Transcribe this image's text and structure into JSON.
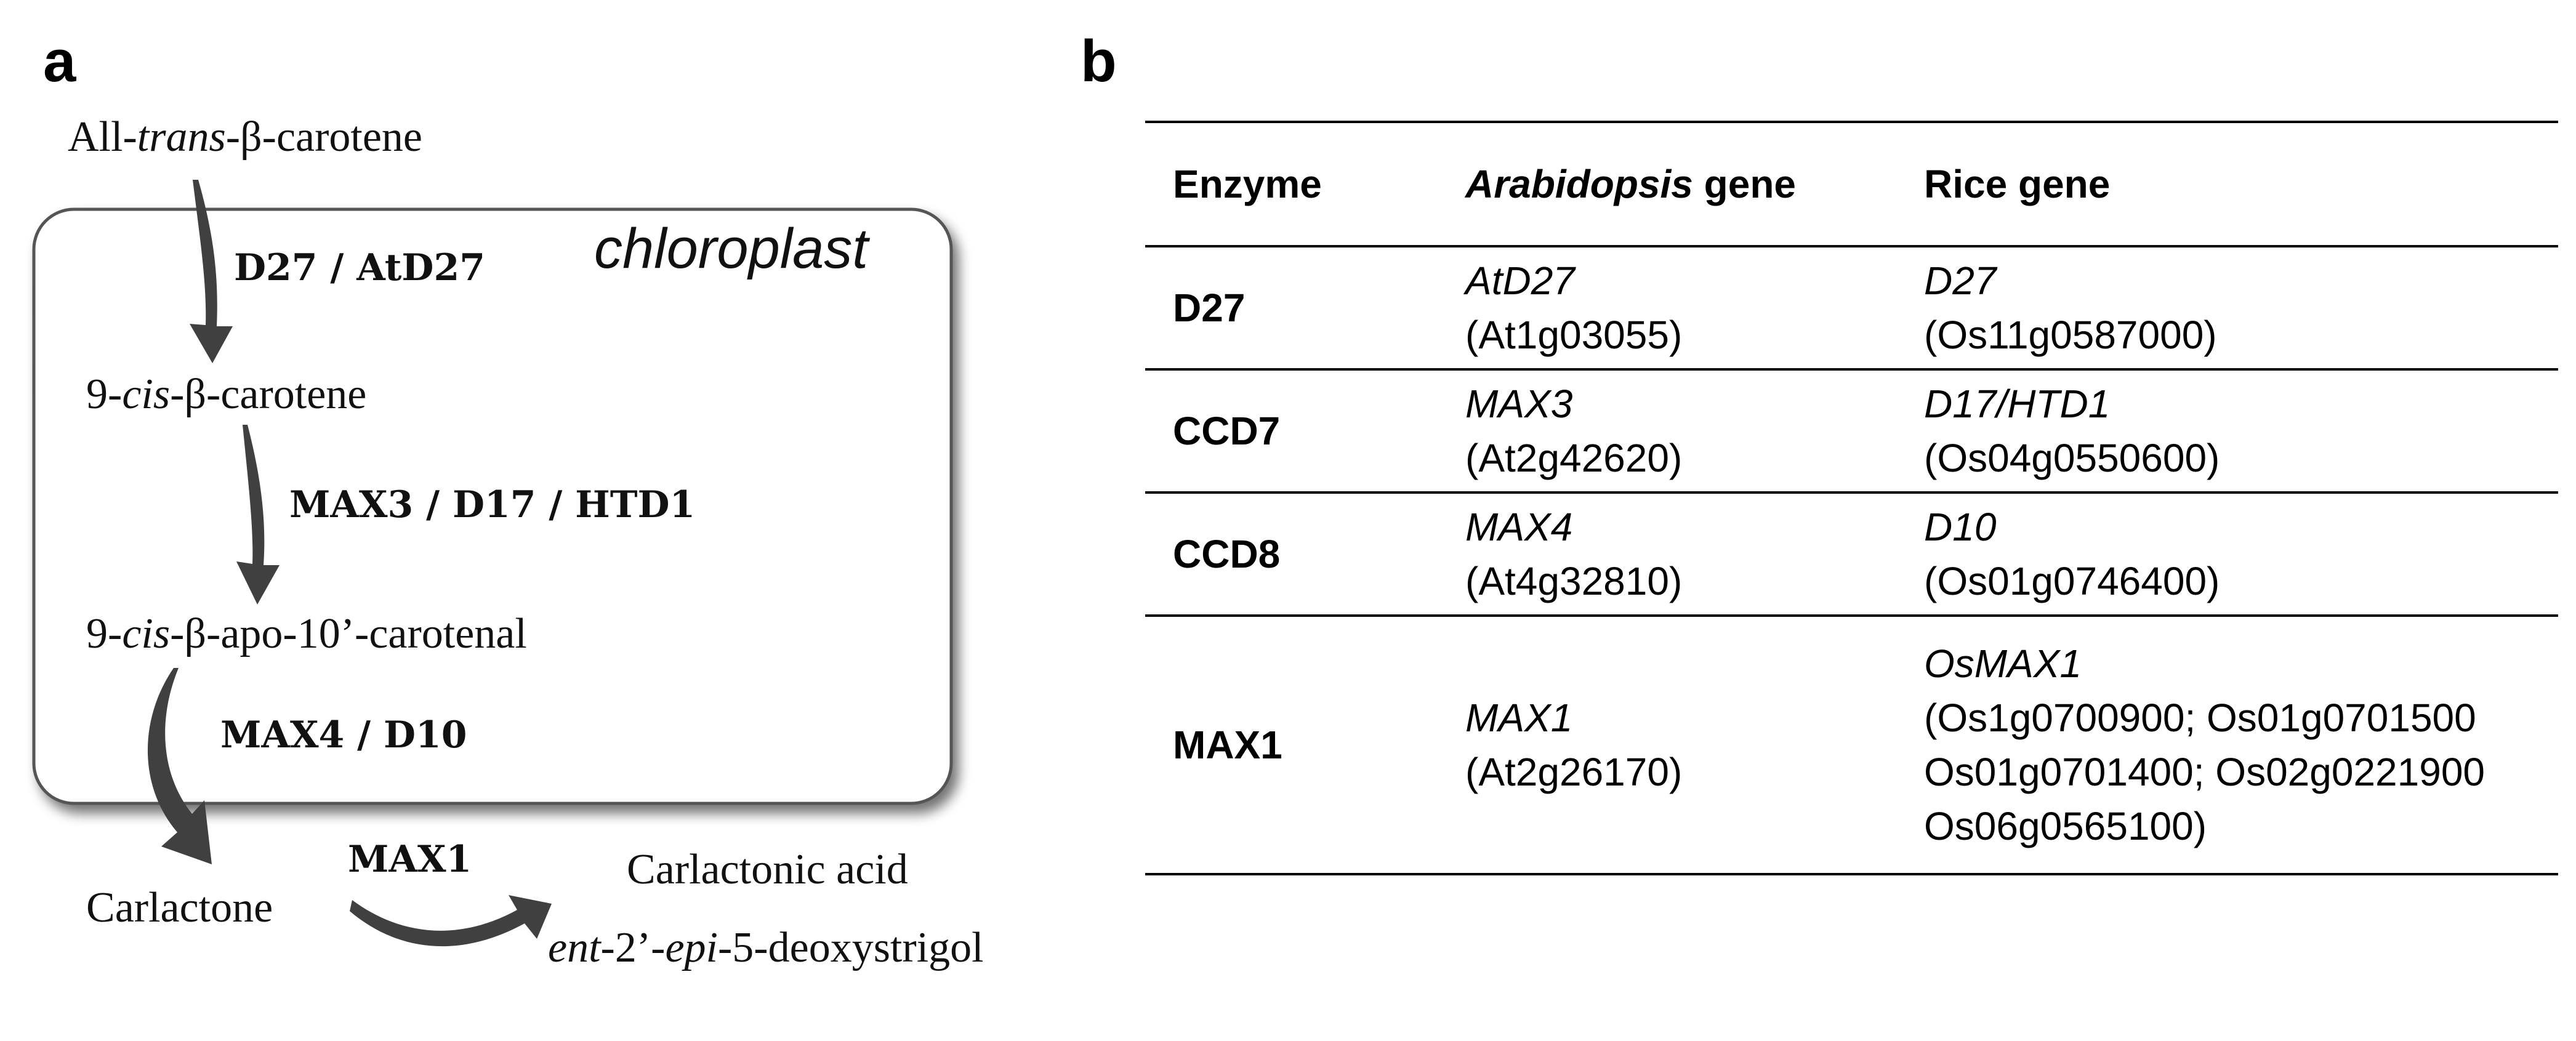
{
  "panel_a": {
    "label": "a",
    "compartment": "chloroplast",
    "nodes": {
      "all_trans": {
        "prefix": "All-",
        "italic": "trans",
        "suffix": "-β-carotene"
      },
      "nine_cis": {
        "prefix": "9-",
        "italic": "cis",
        "suffix": "-β-carotene"
      },
      "apo": {
        "prefix": "9-",
        "italic": "cis",
        "suffix": "-β-apo-10’-carotenal"
      },
      "carlactone": "Carlactone",
      "carlactonic_acid": "Carlactonic acid",
      "deoxystrigol": {
        "italic1": "ent",
        "mid": "-2’-",
        "italic2": "epi",
        "suffix": "-5-deoxystrigol"
      }
    },
    "enzymes": {
      "step1": "D27 / AtD27",
      "step2": "MAX3 / D17 / HTD1",
      "step3": "MAX4 / D10",
      "step4": "MAX1"
    }
  },
  "panel_b": {
    "label": "b",
    "headers": {
      "enzyme": "Enzyme",
      "arabidopsis_italic": "Arabidopsis",
      "arabidopsis_rest": " gene",
      "rice": "Rice gene"
    },
    "rows": [
      {
        "enzyme": "D27",
        "arabidopsis_gene": "AtD27",
        "arabidopsis_locus": "(At1g03055)",
        "rice_gene": "D27",
        "rice_locus_lines": [
          "(Os11g0587000)"
        ]
      },
      {
        "enzyme": "CCD7",
        "arabidopsis_gene": "MAX3",
        "arabidopsis_locus": "(At2g42620)",
        "rice_gene": "D17/HTD1",
        "rice_locus_lines": [
          "(Os04g0550600)"
        ]
      },
      {
        "enzyme": "CCD8",
        "arabidopsis_gene": "MAX4",
        "arabidopsis_locus": "(At4g32810)",
        "rice_gene": "D10",
        "rice_locus_lines": [
          "(Os01g0746400)"
        ]
      },
      {
        "enzyme": "MAX1",
        "arabidopsis_gene": "MAX1",
        "arabidopsis_locus": "(At2g26170)",
        "rice_gene": "OsMAX1",
        "rice_locus_lines": [
          "(Os1g0700900; Os01g0701500",
          "Os01g0701400; Os02g0221900",
          "Os06g0565100)"
        ]
      }
    ]
  },
  "colors": {
    "arrow": "#404040",
    "box_stroke": "#555555",
    "box_shadow": "#9a9a9a",
    "rule": "#000000"
  }
}
